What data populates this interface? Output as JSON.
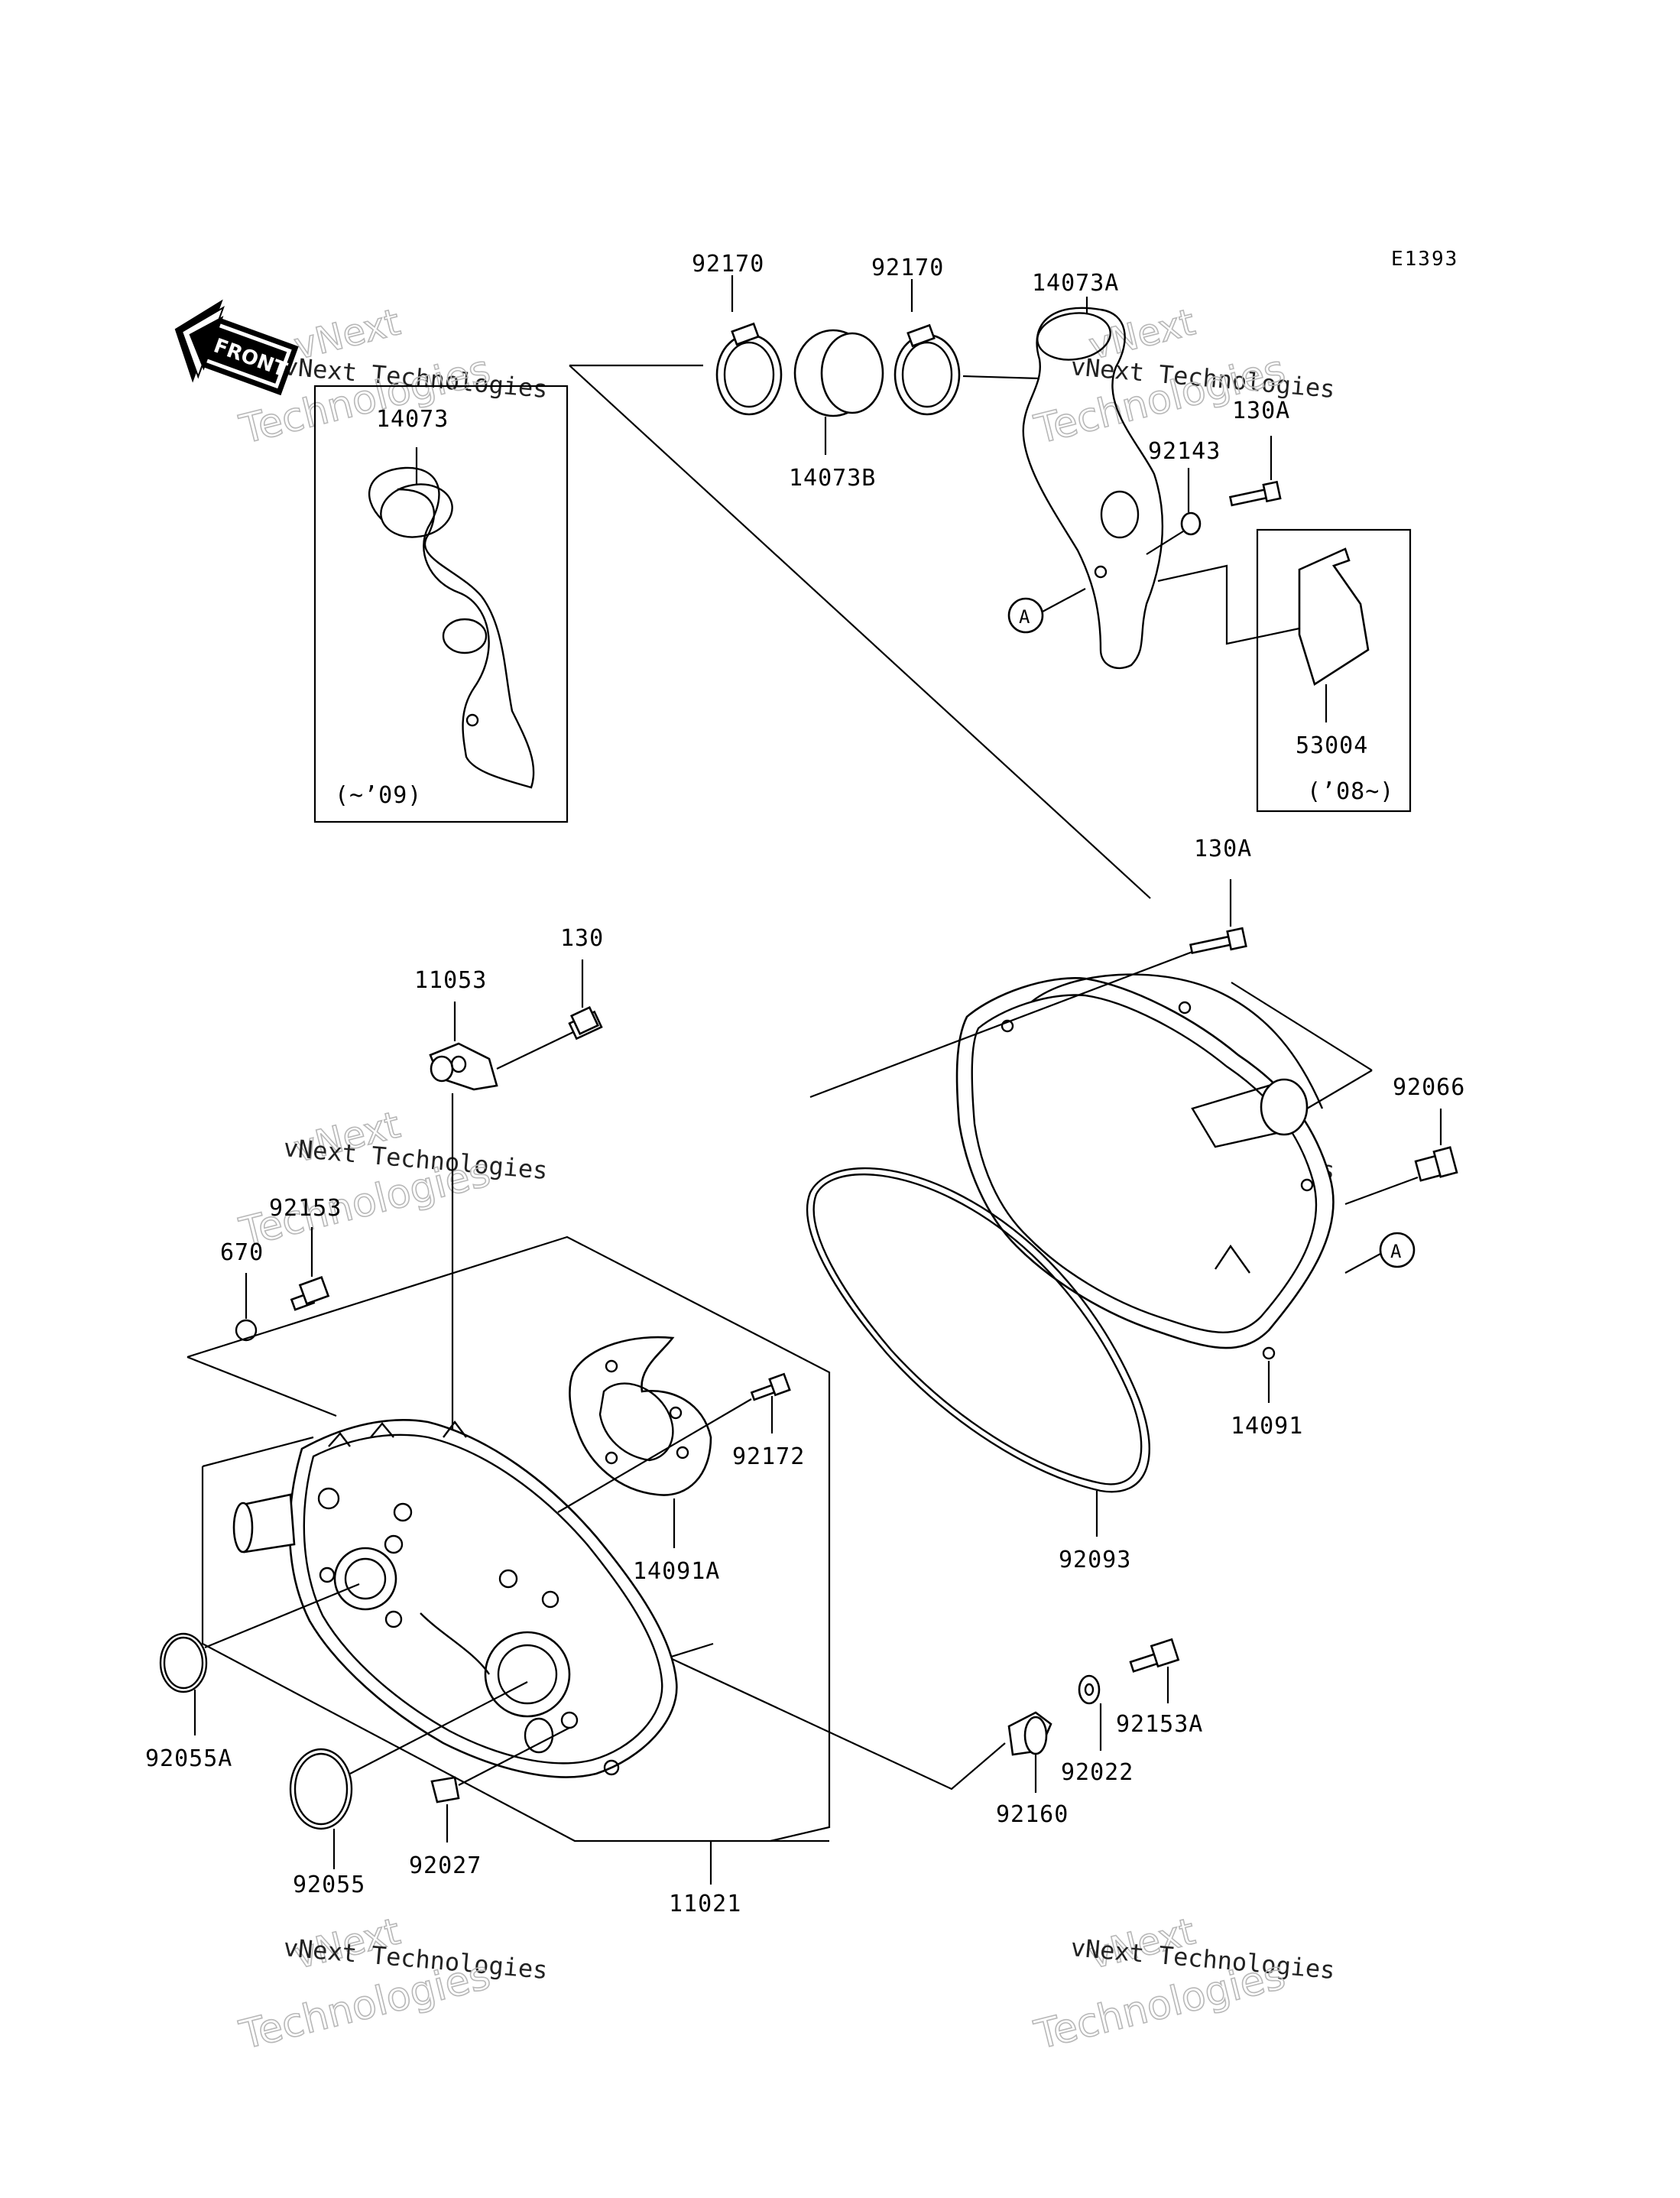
{
  "diagram_code": "E1393",
  "front_label": "FRONT",
  "watermark": {
    "line1": "vNext Technologies",
    "line2": "Technologies",
    "line3": "vNext"
  },
  "labels": {
    "p92170a": "92170",
    "p92170b": "92170",
    "p14073A": "14073A",
    "p14073": "14073",
    "p14073B": "14073B",
    "p130A_top": "130A",
    "p92143": "92143",
    "p53004": "53004",
    "note_08": "(’08~)",
    "note_09": "(~’09)",
    "p130A_mid": "130A",
    "p130": "130",
    "p11053": "11053",
    "p92066": "92066",
    "p92153": "92153",
    "p670": "670",
    "p14091": "14091",
    "p92172": "92172",
    "p14091A": "14091A",
    "p92093": "92093",
    "p92153A": "92153A",
    "p92022": "92022",
    "p92160": "92160",
    "p92055A": "92055A",
    "p92055": "92055",
    "p92027": "92027",
    "p11021": "11021",
    "refA1": "A",
    "refA2": "A"
  }
}
